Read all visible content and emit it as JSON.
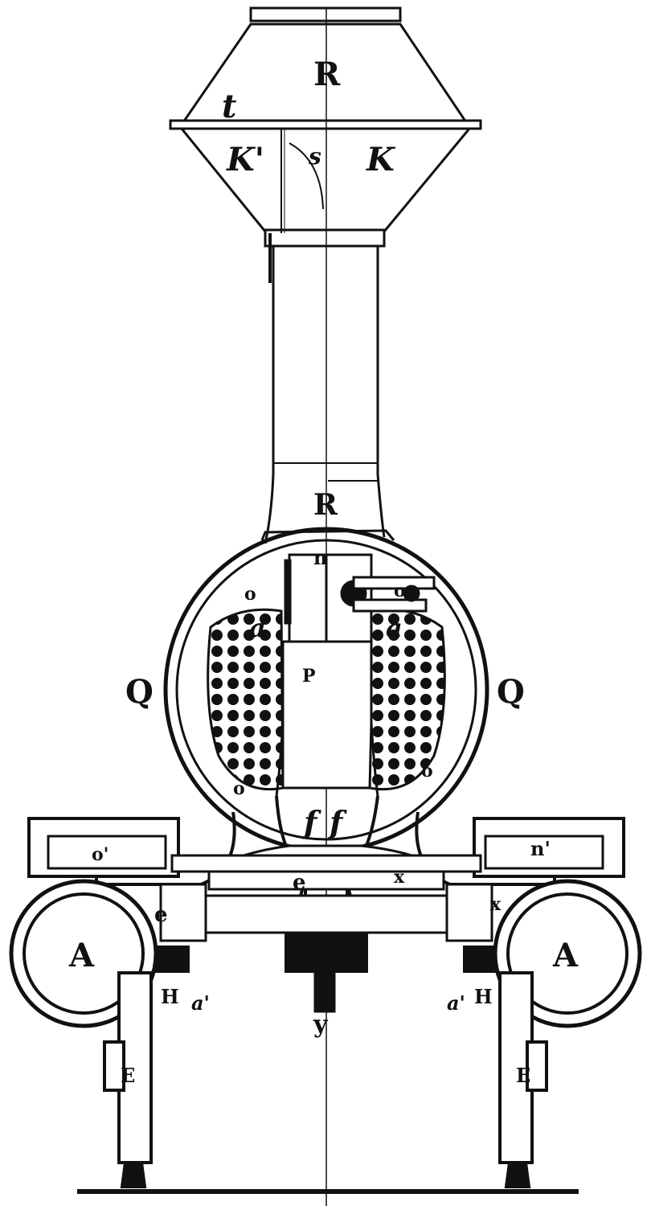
{
  "diagram": {
    "subject": "Locomotive front cross-section engraving",
    "labels": {
      "R_top": "R",
      "t": "t",
      "K_left": "K'",
      "s": "s",
      "K_right": "K",
      "R_mid": "R",
      "n": "n",
      "o_upper_left": "o",
      "o_upper_right": "o",
      "a_left": "a",
      "a_right": "a",
      "P": "P",
      "Q_left": "Q",
      "Q_right": "Q",
      "o_lower_left": "o",
      "o_lower_right": "o",
      "f_left": "f",
      "f_right": "f",
      "o_prime": "o'",
      "n_prime": "n'",
      "e_upper": "e",
      "e_lower": "e",
      "x_upper": "x",
      "x_lower": "x",
      "A_left": "A",
      "A_right": "A",
      "H_left": "H",
      "H_right": "H",
      "a_prime_left": "a'",
      "a_prime_right": "a'",
      "y": "y",
      "E_left": "E",
      "E_right": "E"
    }
  }
}
